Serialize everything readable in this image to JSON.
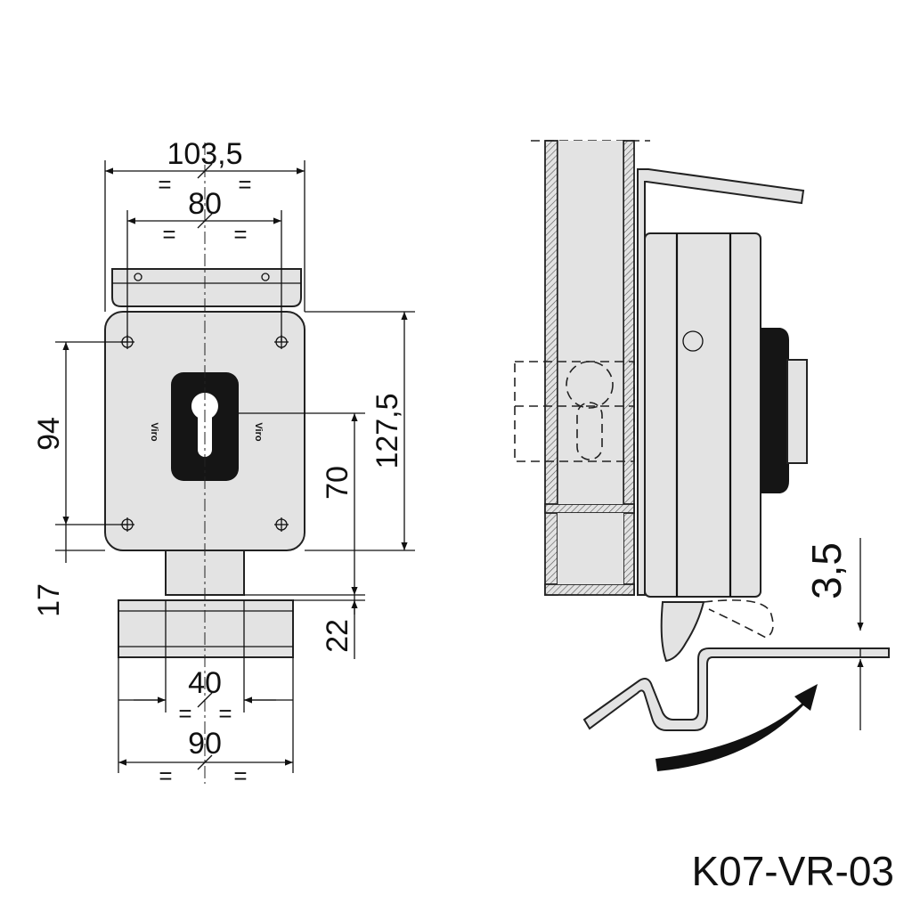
{
  "front_view": {
    "dimensions": {
      "overall_width": "103,5",
      "hole_spacing_horizontal": "80",
      "hole_spacing_vertical": "94",
      "height": "127,5",
      "keyhole_height": "70",
      "bottom_offset": "17",
      "keeper_offset": "22",
      "bolt_width": "40",
      "keeper_width": "90"
    },
    "equal_mark": "=",
    "brand_text": "Viro"
  },
  "side_view": {
    "dimensions": {
      "clearance": "3,5"
    }
  },
  "product_code": "K07-VR-03"
}
